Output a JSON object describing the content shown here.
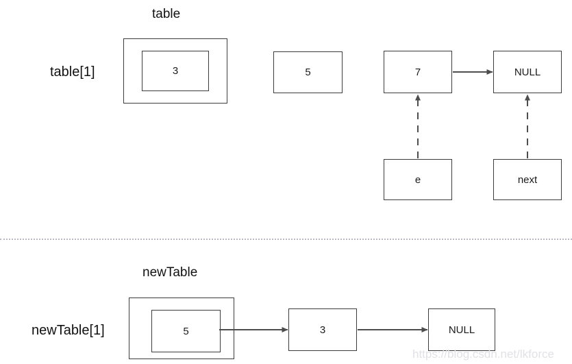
{
  "diagram": {
    "title_top": "table",
    "title_bottom": "newTable",
    "watermark": "https://blog.csdn.net/lkforce",
    "colors": {
      "stroke": "#3b3b3b",
      "arrow": "#4d4d4d",
      "divider": "#b9b9c4",
      "text": "#1a1a1a",
      "watermark": "#e2e2e6",
      "background": "#ffffff"
    }
  },
  "top_section": {
    "title": "table",
    "row_label": "table[1]",
    "bucket_value": "3",
    "nodes": [
      {
        "name": "node-5",
        "value": "5"
      },
      {
        "name": "node-7",
        "value": "7"
      },
      {
        "name": "node-null",
        "value": "NULL"
      }
    ],
    "pointers": [
      {
        "name": "pointer-e",
        "value": "e",
        "target": "node-7"
      },
      {
        "name": "pointer-next",
        "value": "next",
        "target": "node-null"
      }
    ]
  },
  "bottom_section": {
    "title": "newTable",
    "row_label": "newTable[1]",
    "bucket_value": "5",
    "nodes": [
      {
        "name": "node-3",
        "value": "3"
      },
      {
        "name": "node-null",
        "value": "NULL"
      }
    ]
  }
}
